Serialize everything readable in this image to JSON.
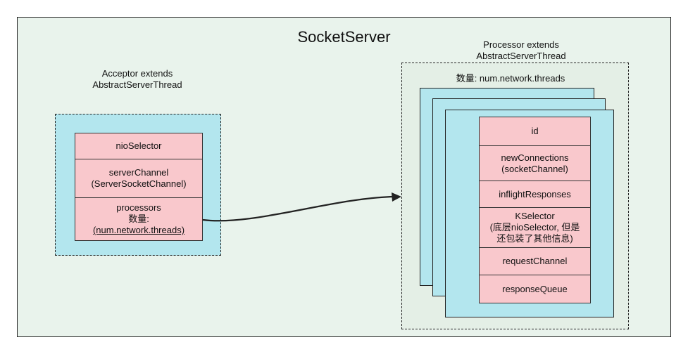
{
  "title": "SocketServer",
  "acceptor": {
    "heading_line1": "Acceptor extends",
    "heading_line2": "AbstractServerThread",
    "fields": {
      "nio_selector": "nioSelector",
      "server_channel_line1": "serverChannel",
      "server_channel_line2": "(ServerSocketChannel)",
      "processors_line1": "processors",
      "processors_line2": "数量:",
      "processors_line3": "(num.network.threads)"
    }
  },
  "processor": {
    "heading_line1": "Processor extends",
    "heading_line2": "AbstractServerThread",
    "count_label": "数量: num.network.threads",
    "fields": {
      "id": "id",
      "new_connections_line1": "newConnections",
      "new_connections_line2": "(socketChannel)",
      "inflight_responses": "inflightResponses",
      "kselector_line1": "KSelector",
      "kselector_line2": "(底层nioSelector, 但是",
      "kselector_line3": "还包装了其他信息)",
      "request_channel": "requestChannel",
      "response_queue": "responseQueue"
    }
  },
  "colors": {
    "background": "#e9f3ec",
    "container": "#b3e6ee",
    "field": "#f9c8cc",
    "processor_group": "#e4efe6"
  }
}
